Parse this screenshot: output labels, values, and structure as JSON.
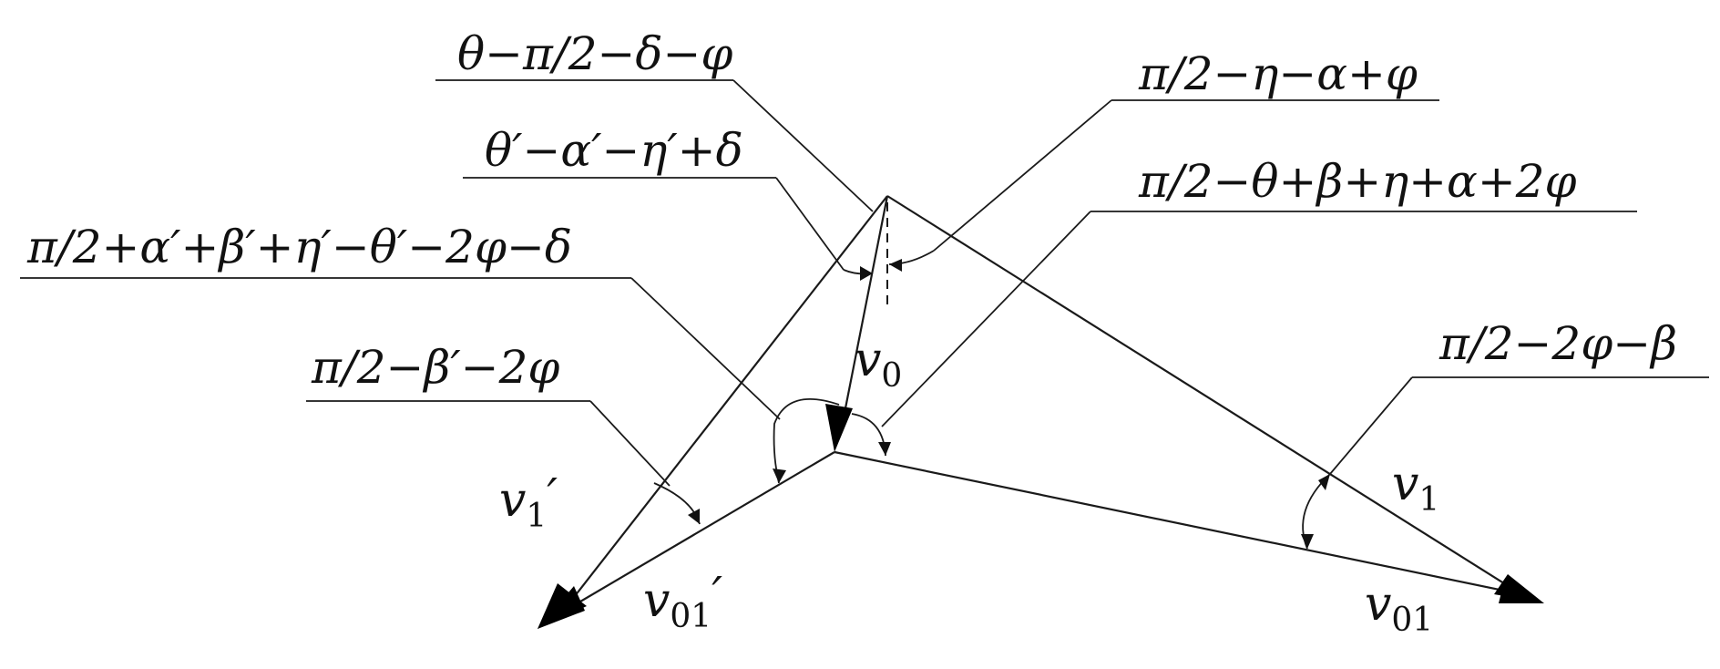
{
  "angle_labels": {
    "theta_pi2_delta_phi": "θ−π/2−δ−φ",
    "pi2_eta_alpha_phi": "π/2−η−α+φ",
    "thetap_alphap_etap_delta": "θ′−α′−η′+δ",
    "pi2_theta_beta_eta_alpha_2phi": "π/2−θ+β+η+α+2φ",
    "pi2_alphap_betap_etap_thetap_2phi_delta": "π/2+α′+β′+η′−θ′−2φ−δ",
    "pi2_2phi_beta": "π/2−2φ−β",
    "pi2_betap_2phi": "π/2−β′−2φ"
  },
  "vectors": {
    "v0": {
      "main": "v",
      "sub": "0",
      "prime": ""
    },
    "v1": {
      "main": "v",
      "sub": "1",
      "prime": ""
    },
    "v1p": {
      "main": "v",
      "sub": "1",
      "prime": "′"
    },
    "v01": {
      "main": "v",
      "sub": "01",
      "prime": ""
    },
    "v01p": {
      "main": "v",
      "sub": "01",
      "prime": "′"
    }
  }
}
